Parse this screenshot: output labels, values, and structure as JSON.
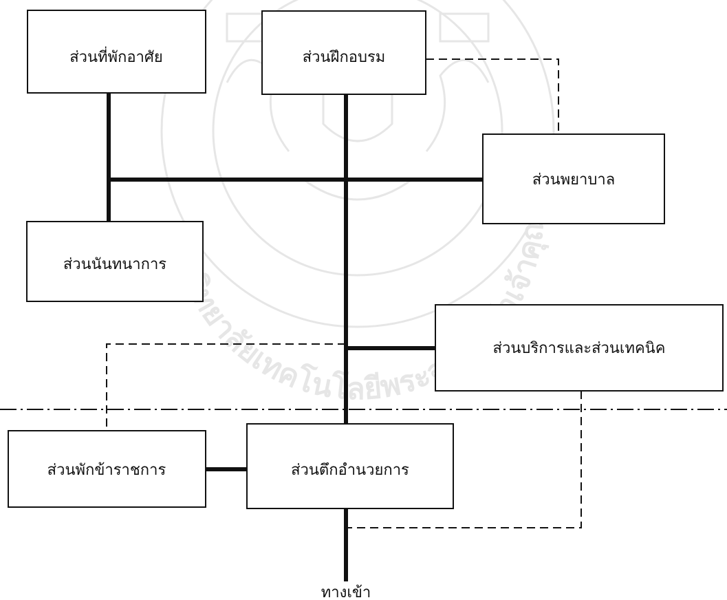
{
  "watermark": {
    "ring_text": "มหาวิทยาลัยเทคโนโลยีพระจอมเกล้าเจ้าคุณทหารลาดกระบัง"
  },
  "zones": {
    "residence": "ส่วนที่พักอาศัย",
    "training": "ส่วนฝึกอบรม",
    "nursing": "ส่วนพยาบาล",
    "recreation": "ส่วนนันทนาการ",
    "services_technical": "ส่วนบริการและส่วนเทคนิค",
    "staff_housing": "ส่วนพักข้าราชการ",
    "administration": "ส่วนตึกอำนวยการ"
  },
  "entrance_label": "ทางเข้า"
}
